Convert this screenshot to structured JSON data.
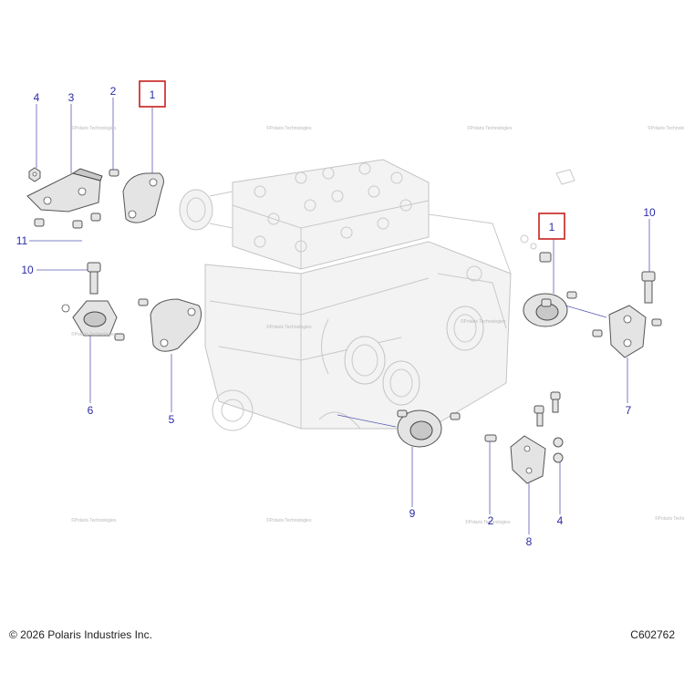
{
  "diagram": {
    "copyright": "© 2026 Polaris Industries Inc.",
    "drawing_number": "C602762",
    "watermark_text": "©Polaris Technologies",
    "accent_color": "#c81e1e",
    "callout_color": "#2a2aa8",
    "callouts": {
      "c1a": "1",
      "c1b": "1",
      "c2a": "2",
      "c2b": "2",
      "c3": "3",
      "c4a": "4",
      "c4b": "4",
      "c5": "5",
      "c6": "6",
      "c7": "7",
      "c8": "8",
      "c9": "9",
      "c10a": "10",
      "c10b": "10",
      "c11": "11"
    }
  }
}
